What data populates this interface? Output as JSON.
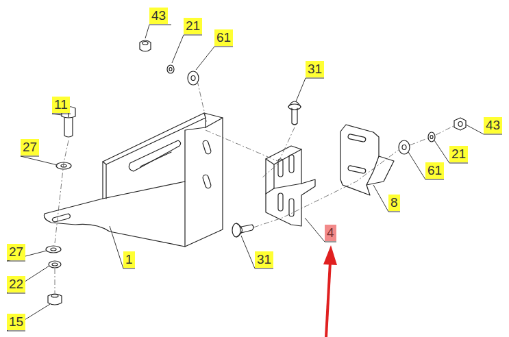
{
  "diagram": {
    "labels": [
      "43",
      "21",
      "61",
      "31",
      "11",
      "27",
      "43",
      "21",
      "61",
      "8",
      "4",
      "27",
      "1",
      "31",
      "22",
      "15"
    ]
  }
}
